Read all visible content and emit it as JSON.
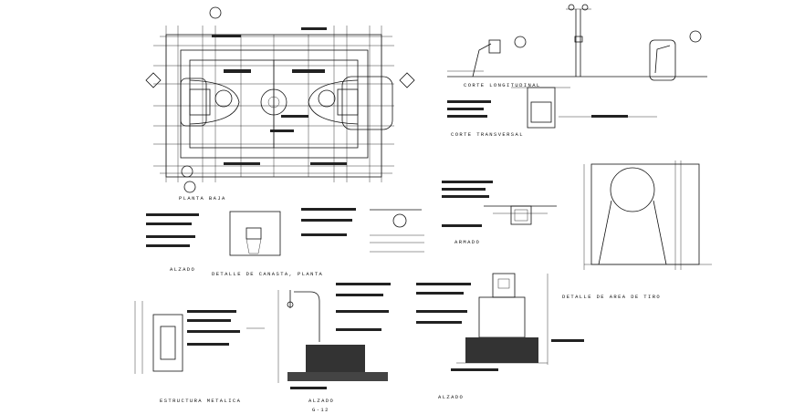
{
  "labels": {
    "planta_baja": "PLANTA BAJA",
    "corte_longitudinal": "CORTE LONGITUDINAL",
    "corte_transversal": "CORTE TRANSVERSAL",
    "alzado_1": "ALZADO",
    "detalle_canasta": "DETALLE DE CANASTA, PLANTA",
    "armado": "ARMADO",
    "detalle_area_tiro": "DETALLE DE AREA DE TIRO",
    "estructura_metalica": "ESTRUCTURA METALICA",
    "alzado_2": "ALZADO",
    "alzado_3": "ALZADO",
    "sheet_code": "G-12"
  },
  "colors": {
    "ink": "#111111",
    "background": "#ffffff"
  }
}
